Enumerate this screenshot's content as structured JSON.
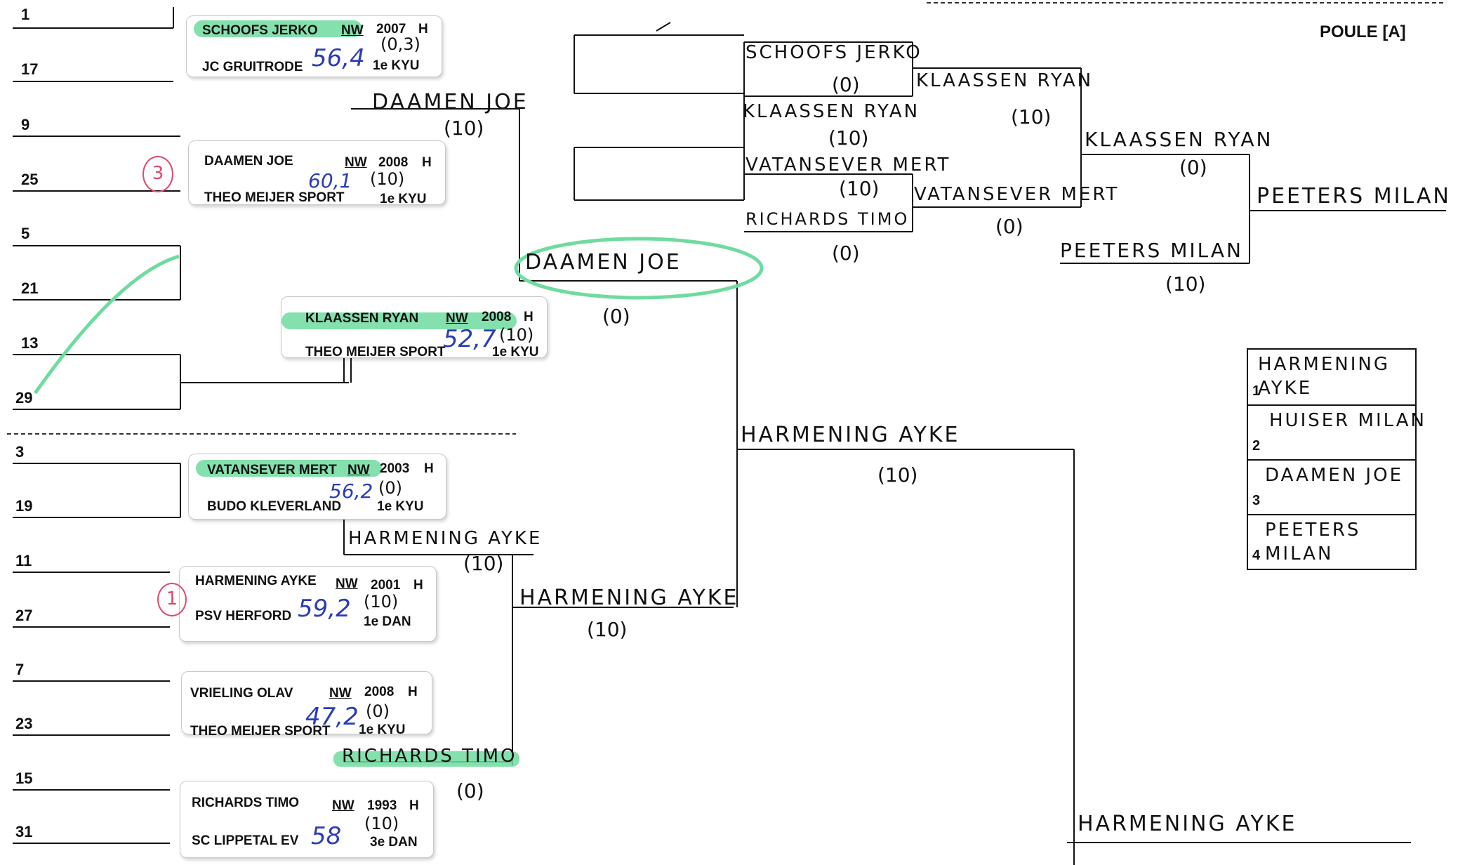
{
  "poule": "POULE [A]",
  "seeds": [
    "1",
    "17",
    "9",
    "25",
    "5",
    "21",
    "13",
    "29",
    "3",
    "19",
    "11",
    "27",
    "7",
    "23",
    "15",
    "31"
  ],
  "cards": [
    {
      "name": "SCHOOFS JERKO",
      "nw": "NW",
      "year": "2007",
      "sex": "H",
      "club": "JC GRUITRODE",
      "grade": "1e KYU",
      "weight": "56,4",
      "score": "(0,3)"
    },
    {
      "name": "DAAMEN JOE",
      "nw": "NW",
      "year": "2008",
      "sex": "H",
      "club": "THEO MEIJER SPORT",
      "grade": "1e KYU",
      "weight": "60,1",
      "score": "(10)"
    },
    {
      "name": "KLAASSEN RYAN",
      "nw": "NW",
      "year": "2008",
      "sex": "H",
      "club": "THEO MEIJER SPORT",
      "grade": "1e KYU",
      "weight": "52,7",
      "score": "(10)"
    },
    {
      "name": "VATANSEVER MERT",
      "nw": "NW",
      "year": "2003",
      "sex": "H",
      "club": "BUDO KLEVERLAND",
      "grade": "1e KYU",
      "weight": "56,2",
      "score": "(0)"
    },
    {
      "name": "HARMENING AYKE",
      "nw": "NW",
      "year": "2001",
      "sex": "H",
      "club": "PSV HERFORD",
      "grade": "1e DAN",
      "weight": "59,2",
      "score": "(10)"
    },
    {
      "name": "VRIELING OLAV",
      "nw": "NW",
      "year": "2008",
      "sex": "H",
      "club": "THEO MEIJER SPORT",
      "grade": "1e KYU",
      "weight": "47,2",
      "score": "(0)"
    },
    {
      "name": "RICHARDS TIMO",
      "nw": "NW",
      "year": "1993",
      "sex": "H",
      "club": "SC LIPPETAL EV",
      "grade": "3e DAN",
      "weight": "58",
      "score": "(10)"
    }
  ],
  "red_marks": [
    "3",
    "1"
  ],
  "handwritten": {
    "r1_daamen": "DAAMEN JOE",
    "r1_daamen_score": "(10)",
    "r1_harmening": "HARMENING AYKE",
    "r1_harmening_score": "(10)",
    "r1_richards": "RICHARDS TIMO",
    "r1_richards_score": "(0)",
    "r2_daamen": "DAAMEN JOE",
    "r2_daamen_score": "(0)",
    "r2_harmening": "HARMENING AYKE",
    "r2_harmening_score": "(10)",
    "r3_harmening": "HARMENING AYKE",
    "r3_harmening_score": "(10)",
    "final_harmening": "HARMENING AYKE",
    "rep_schoofs": "SCHOOFS JERKO",
    "rep_schoofs_score": "(0)",
    "rep_klaassen": "KLAASSEN RYAN",
    "rep_klaassen_score": "(10)",
    "rep_vatansever": "VATANSEVER MERT",
    "rep_vatansever_score": "(10)",
    "rep_richards": "RICHARDS TIMO",
    "rep_richards_score": "(0)",
    "rep2_klaassen": "KLAASSEN RYAN",
    "rep2_klaassen_score": "(10)",
    "rep2_vatansever": "VATANSEVER MERT",
    "rep2_vatansever_score": "(0)",
    "rep3_klaassen": "KLAASSEN RYAN",
    "rep3_klaassen_score": "(0)",
    "rep3_peeters": "PEETERS MILAN",
    "rep3_peeters_score": "(10)",
    "rep_final_peeters": "PEETERS MILAN"
  },
  "ranking": [
    {
      "num": "1",
      "name": "HARMENING AYKE"
    },
    {
      "num": "2",
      "name": "HUISER MILAN"
    },
    {
      "num": "3",
      "name": "DAAMEN JOE"
    },
    {
      "num": "4",
      "name": "PEETERS MILAN"
    }
  ]
}
